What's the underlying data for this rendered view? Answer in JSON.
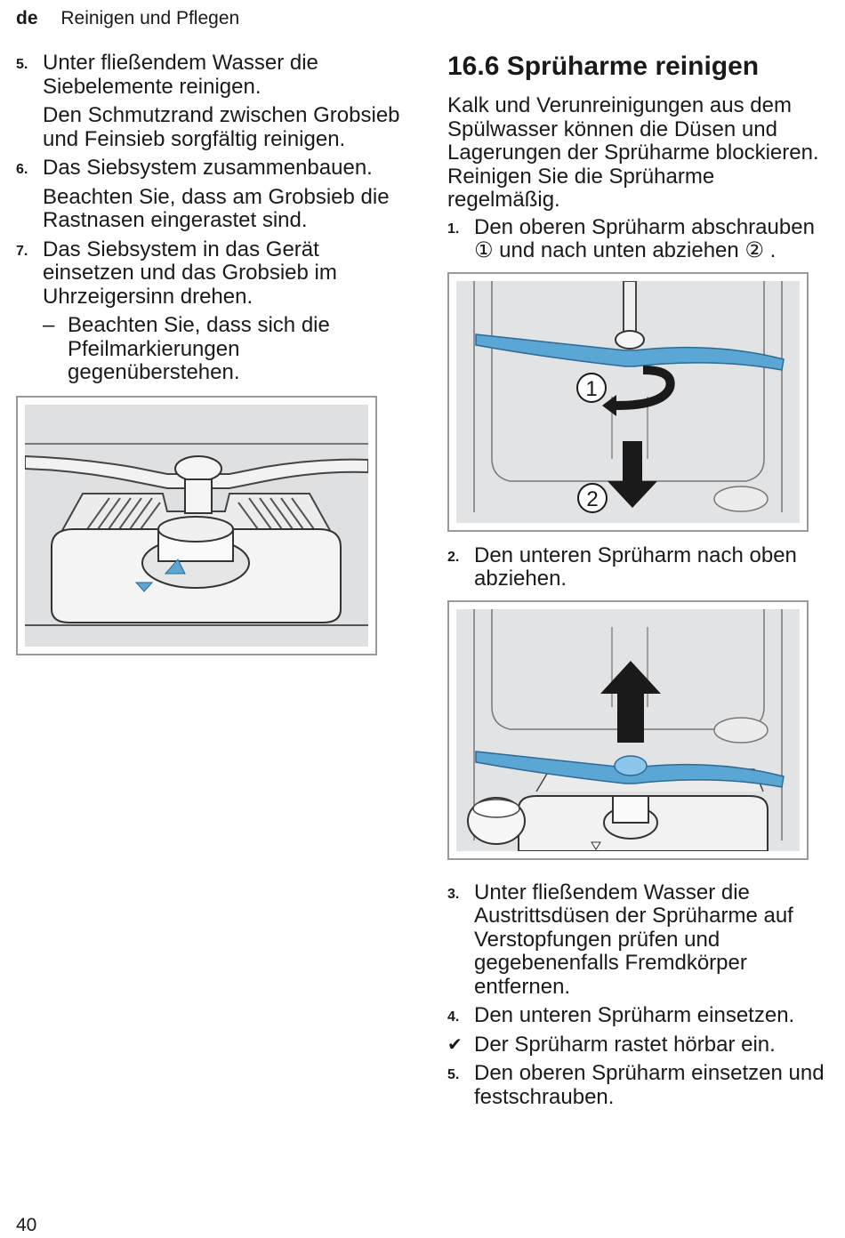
{
  "header": {
    "lang": "de",
    "section": "Reinigen und Pflegen"
  },
  "left_column": {
    "steps": [
      {
        "num": "5.",
        "text": "Unter fließendem Wasser die Siebelemente reinigen.",
        "note": "Den Schmutzrand zwischen Grobsieb und Feinsieb sorgfältig reinigen."
      },
      {
        "num": "6.",
        "text": "Das Siebsystem zusammenbauen.",
        "note": "Beachten Sie, dass am Grobsieb die Rastnasen eingerastet sind."
      },
      {
        "num": "7.",
        "text": "Das Siebsystem in das Gerät einsetzen und das Grobsieb im Uhrzeigersinn drehen.",
        "bullet": "Beachten Sie, dass sich die Pfeilmarkierungen gegenüberstehen."
      }
    ]
  },
  "right_column": {
    "heading": "16.6 Sprüharme reinigen",
    "intro": "Kalk und Verunreinigungen aus dem Spülwasser können die Düsen und Lagerungen der Sprüharme blockieren. Reinigen Sie die Sprüharme regelmäßig.",
    "step1": {
      "num": "1.",
      "text": "Den oberen Sprüharm abschrauben ① und nach unten abziehen ② ."
    },
    "figure1_labels": {
      "label1": "1",
      "label2": "2"
    },
    "step2": {
      "num": "2.",
      "text": "Den unteren Sprüharm nach oben abziehen."
    },
    "steps_after": [
      {
        "num": "3.",
        "text": "Unter fließendem Wasser die Austrittsdüsen der Sprüharme auf Verstopfungen prüfen und gegebenenfalls Fremdkörper entfernen."
      },
      {
        "num": "4.",
        "text": "Den unteren Sprüharm einsetzen."
      }
    ],
    "result": {
      "symbol": "✔",
      "text": "Der Sprüharm rastet hörbar ein."
    },
    "step5": {
      "num": "5.",
      "text": "Den oberen Sprüharm einsetzen und festschrauben."
    }
  },
  "footer": {
    "page_number": "40"
  },
  "colors": {
    "spray_arm": "#5aa7d6",
    "panel_bg": "#dfe0e2",
    "border": "#9a9a9a"
  }
}
